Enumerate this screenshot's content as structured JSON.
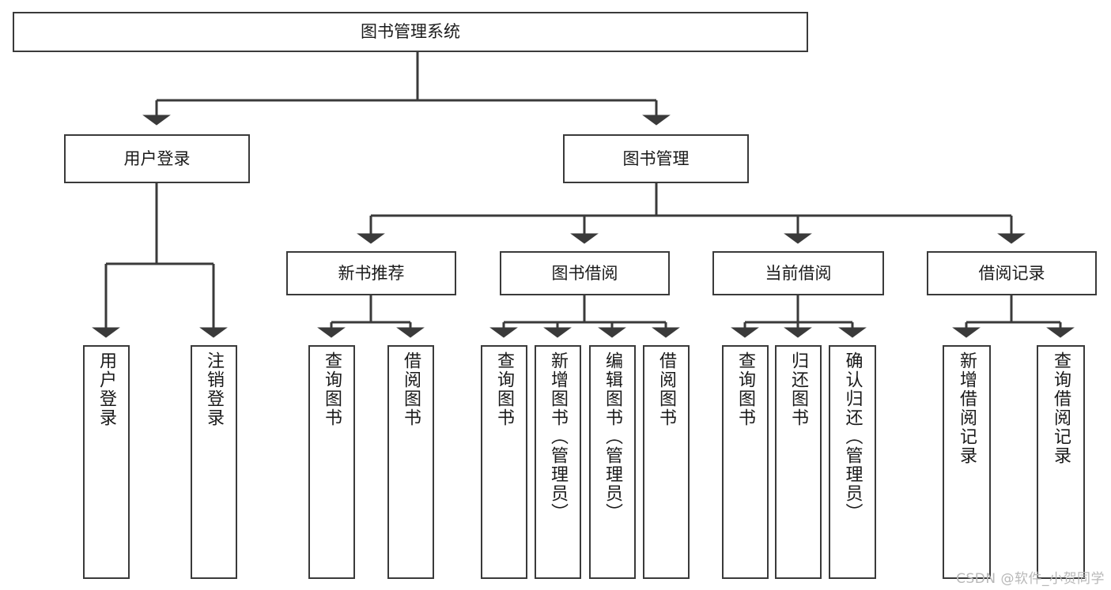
{
  "diagram": {
    "type": "tree-hierarchy",
    "title": "图书管理系统",
    "watermark": "CSDN @软件_小贺同学",
    "colors": {
      "box_border": "#3a3a3a",
      "box_fill": "#ffffff",
      "edge": "#3a3a3a",
      "text": "#1a1a1a",
      "watermark": "#b8b8b8"
    },
    "nodes": {
      "root": {
        "label": "图书管理系统",
        "level": 1
      },
      "user_login": {
        "label": "用户登录",
        "level": 2
      },
      "book_manage": {
        "label": "图书管理",
        "level": 2
      },
      "new_book_rec": {
        "label": "新书推荐",
        "level": 3
      },
      "book_borrow": {
        "label": "图书借阅",
        "level": 3
      },
      "current_borrow": {
        "label": "当前借阅",
        "level": 3
      },
      "borrow_record": {
        "label": "借阅记录",
        "level": 3
      },
      "leaf_user_login": {
        "label": "用户登录",
        "level": 4
      },
      "leaf_logout": {
        "label": "注销登录",
        "level": 4
      },
      "leaf_query_book_1": {
        "label": "查询图书",
        "level": 4
      },
      "leaf_borrow_book_1": {
        "label": "借阅图书",
        "level": 4
      },
      "leaf_query_book_2": {
        "label": "查询图书",
        "level": 4
      },
      "leaf_add_book": {
        "label": "新增图书（管理员）",
        "level": 4
      },
      "leaf_edit_book": {
        "label": "编辑图书（管理员）",
        "level": 4
      },
      "leaf_borrow_book_2": {
        "label": "借阅图书",
        "level": 4
      },
      "leaf_query_book_3": {
        "label": "查询图书",
        "level": 4
      },
      "leaf_return_book": {
        "label": "归还图书",
        "level": 4
      },
      "leaf_confirm_return": {
        "label": "确认归还（管理员）",
        "level": 4
      },
      "leaf_add_record": {
        "label": "新增借阅记录",
        "level": 4
      },
      "leaf_query_record": {
        "label": "查询借阅记录",
        "level": 4
      }
    }
  }
}
